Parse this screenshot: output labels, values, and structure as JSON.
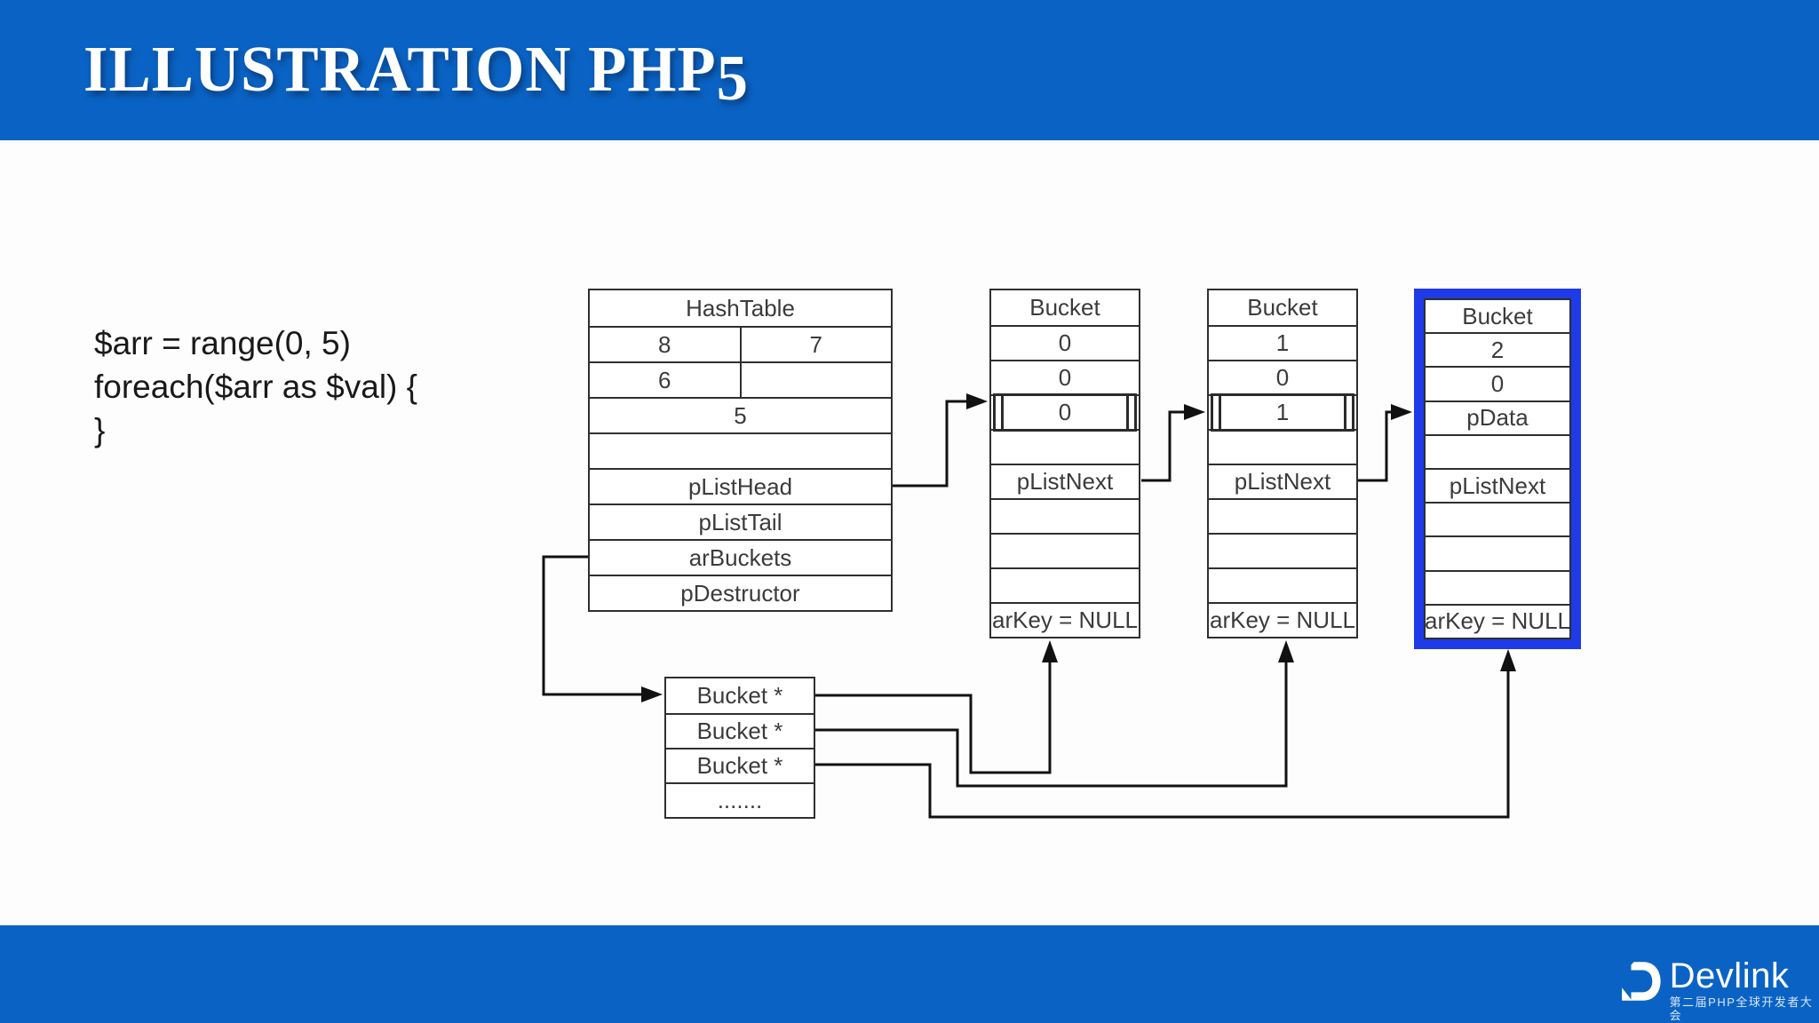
{
  "colors": {
    "bar_blue": "#0a63c4",
    "highlight_blue": "#1e3be7",
    "diagram_line": "#2f2f2f",
    "arrow": "#111111"
  },
  "header": {
    "title_main": "ILLUSTRATION PHP",
    "title_digit": "5"
  },
  "code": {
    "lines": [
      "$arr = range(0, 5)",
      "foreach($arr as $val) {",
      "}"
    ]
  },
  "diagram": {
    "hashtable": {
      "title": "HashTable",
      "r2": [
        "8",
        "7"
      ],
      "r3": [
        "6",
        ""
      ],
      "r4": "5",
      "r5": "",
      "r6": "pListHead",
      "r7": "pListTail",
      "r8": "arBuckets",
      "r9": "pDestructor"
    },
    "buckets": [
      {
        "rows": [
          "Bucket",
          "0",
          "0",
          "0",
          "",
          "pListNext",
          "",
          "",
          "",
          "arKey = NULL"
        ]
      },
      {
        "rows": [
          "Bucket",
          "1",
          "0",
          "1",
          "",
          "pListNext",
          "",
          "",
          "",
          "arKey = NULL"
        ]
      },
      {
        "rows": [
          "Bucket",
          "2",
          "0",
          "pData",
          "",
          "pListNext",
          "",
          "",
          "",
          "arKey = NULL"
        ]
      }
    ],
    "bucket_array": {
      "rows": [
        "Bucket *",
        "Bucket *",
        "Bucket *",
        "......."
      ]
    }
  },
  "footer": {
    "logo_text": "Devlink",
    "tagline": "第二届PHP全球开发者大会"
  }
}
